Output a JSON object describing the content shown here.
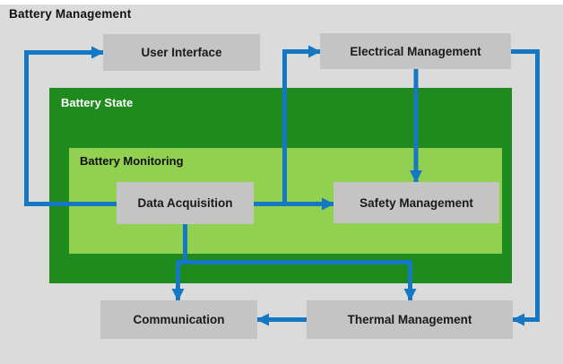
{
  "title": "Battery Management",
  "colors": {
    "page_bg": "#dbdbdb",
    "top_strip": "#ffffff",
    "node_fill": "#c4c4c4",
    "node_text": "#1a1a1a",
    "outer_group_fill": "#1f8b1f",
    "outer_group_text": "#ffffff",
    "inner_group_fill": "#92d050",
    "inner_group_text": "#111111",
    "arrow": "#1677c2",
    "title_text": "#111111"
  },
  "groups": {
    "outer": {
      "label": "Battery State"
    },
    "inner": {
      "label": "Battery Monitoring"
    }
  },
  "nodes": [
    {
      "id": "user-interface",
      "label": "User Interface"
    },
    {
      "id": "electrical-management",
      "label": "Electrical Management"
    },
    {
      "id": "data-acquisition",
      "label": "Data Acquisition"
    },
    {
      "id": "safety-management",
      "label": "Safety Management"
    },
    {
      "id": "communication",
      "label": "Communication"
    },
    {
      "id": "thermal-management",
      "label": "Thermal Management"
    }
  ],
  "connections": [
    {
      "from": "Data Acquisition",
      "to": "User Interface"
    },
    {
      "from": "Data Acquisition",
      "to": "Electrical Management"
    },
    {
      "from": "Data Acquisition",
      "to": "Safety Management"
    },
    {
      "from": "Electrical Management",
      "to": "Safety Management"
    },
    {
      "from": "Electrical Management",
      "to": "Thermal Management"
    },
    {
      "from": "Data Acquisition",
      "to": "Communication"
    },
    {
      "from": "Data Acquisition",
      "to": "Thermal Management"
    },
    {
      "from": "Thermal Management",
      "to": "Communication"
    }
  ]
}
